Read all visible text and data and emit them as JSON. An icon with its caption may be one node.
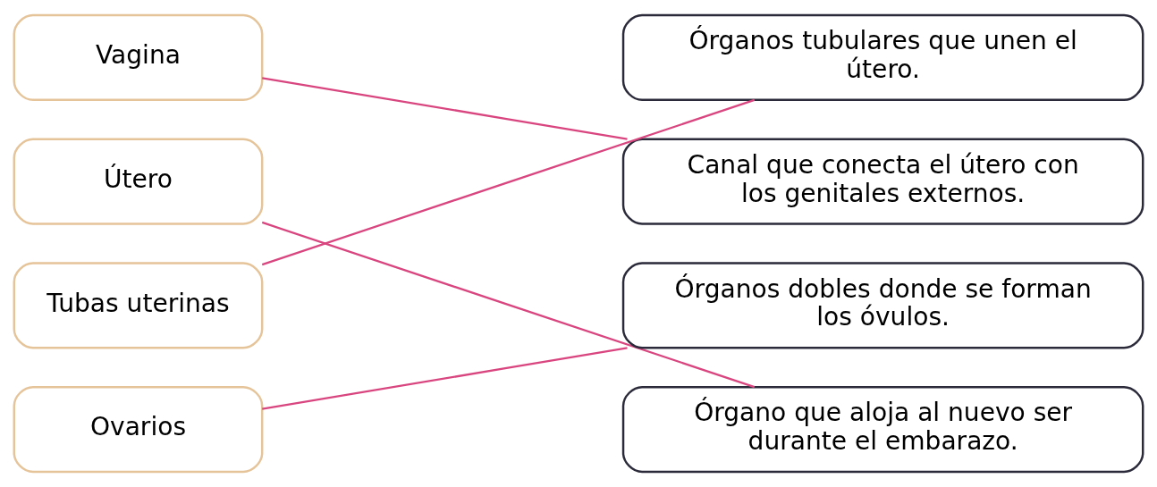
{
  "diagram": {
    "nodes": [
      {
        "text": [
          "Vagina"
        ]
      },
      {
        "text": [
          "Útero"
        ]
      },
      {
        "text": [
          "Tubas uterinas"
        ]
      },
      {
        "text": [
          "Ovarios"
        ]
      },
      {
        "text": [
          "Órganos tubulares que unen el útero."
        ]
      },
      {
        "text": [
          "Canal que conecta el útero con los genitales externos."
        ]
      },
      {
        "text": [
          "Órganos dobles donde se forman los óvulos."
        ]
      },
      {
        "text": [
          "Órgano que aloja al nuevo ser durante el embarazo."
        ]
      }
    ],
    "edges": [
      {
        "from": 0,
        "to": 5,
        "arrow": "none"
      },
      {
        "from": 1,
        "to": 7,
        "arrow": "none"
      },
      {
        "from": 2,
        "to": 4,
        "arrow": "none"
      },
      {
        "from": 3,
        "to": 6,
        "arrow": "none"
      }
    ]
  }
}
